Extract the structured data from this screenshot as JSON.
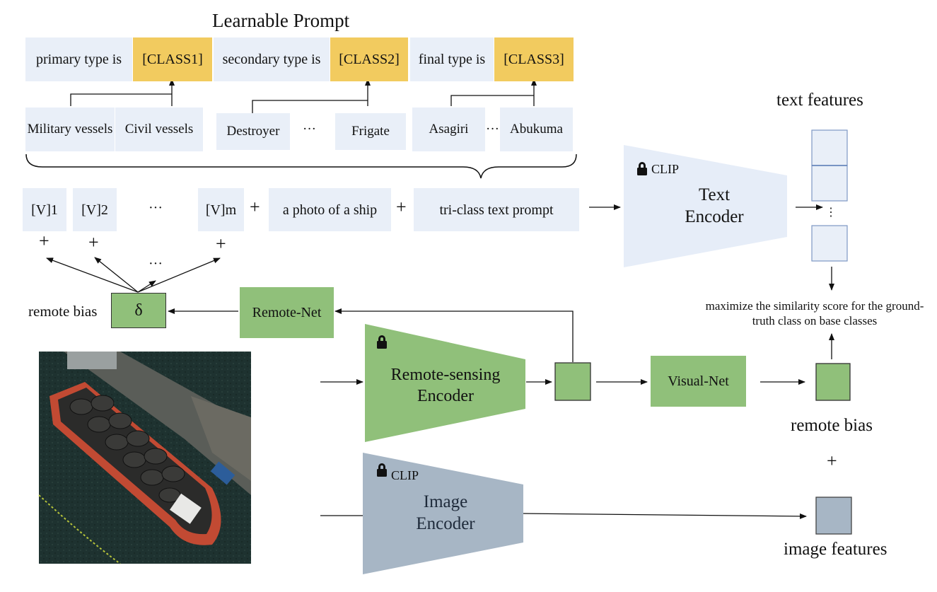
{
  "prompt": {
    "title": "Learnable  Prompt",
    "segments": [
      "primary type is",
      "[CLASS1]",
      "secondary type is",
      "[CLASS2]",
      "final type is",
      "[CLASS3]"
    ],
    "primary_options": [
      "Military vessels",
      "Civil vessels"
    ],
    "secondary_options": [
      "Destroyer",
      "···",
      "Frigate"
    ],
    "final_options": [
      "Asagiri",
      "···",
      "Abukuma"
    ]
  },
  "sequence": {
    "tokens": [
      "[V]1",
      "[V]2",
      "···",
      "[V]m"
    ],
    "plus": "+",
    "photo": "a photo of a ship",
    "triclass": "tri-class text prompt",
    "dots": "···"
  },
  "remote_bias_left": {
    "label": "remote bias",
    "symbol": "δ"
  },
  "remote_net": "Remote-Net",
  "text_encoder": {
    "clip": "CLIP",
    "label": "Text Encoder"
  },
  "text_features": {
    "label": "text features",
    "vdots": "⋮"
  },
  "objective": "maximize the similarity score for the ground-truth class on base classes",
  "rs_encoder": {
    "label": "Remote-sensing Encoder"
  },
  "visual_net": "Visual-Net",
  "remote_bias_right": "remote bias",
  "plus_right": "+",
  "image_encoder": {
    "clip": "CLIP",
    "label": "Image Encoder"
  },
  "image_features": "image features",
  "colors": {
    "light_blue": "#e9eff8",
    "yellow": "#f2cb5f",
    "green": "#90c07a",
    "gray_blue": "#a7b6c5"
  },
  "icons": [
    "lock-icon",
    "ship-satellite-image"
  ]
}
